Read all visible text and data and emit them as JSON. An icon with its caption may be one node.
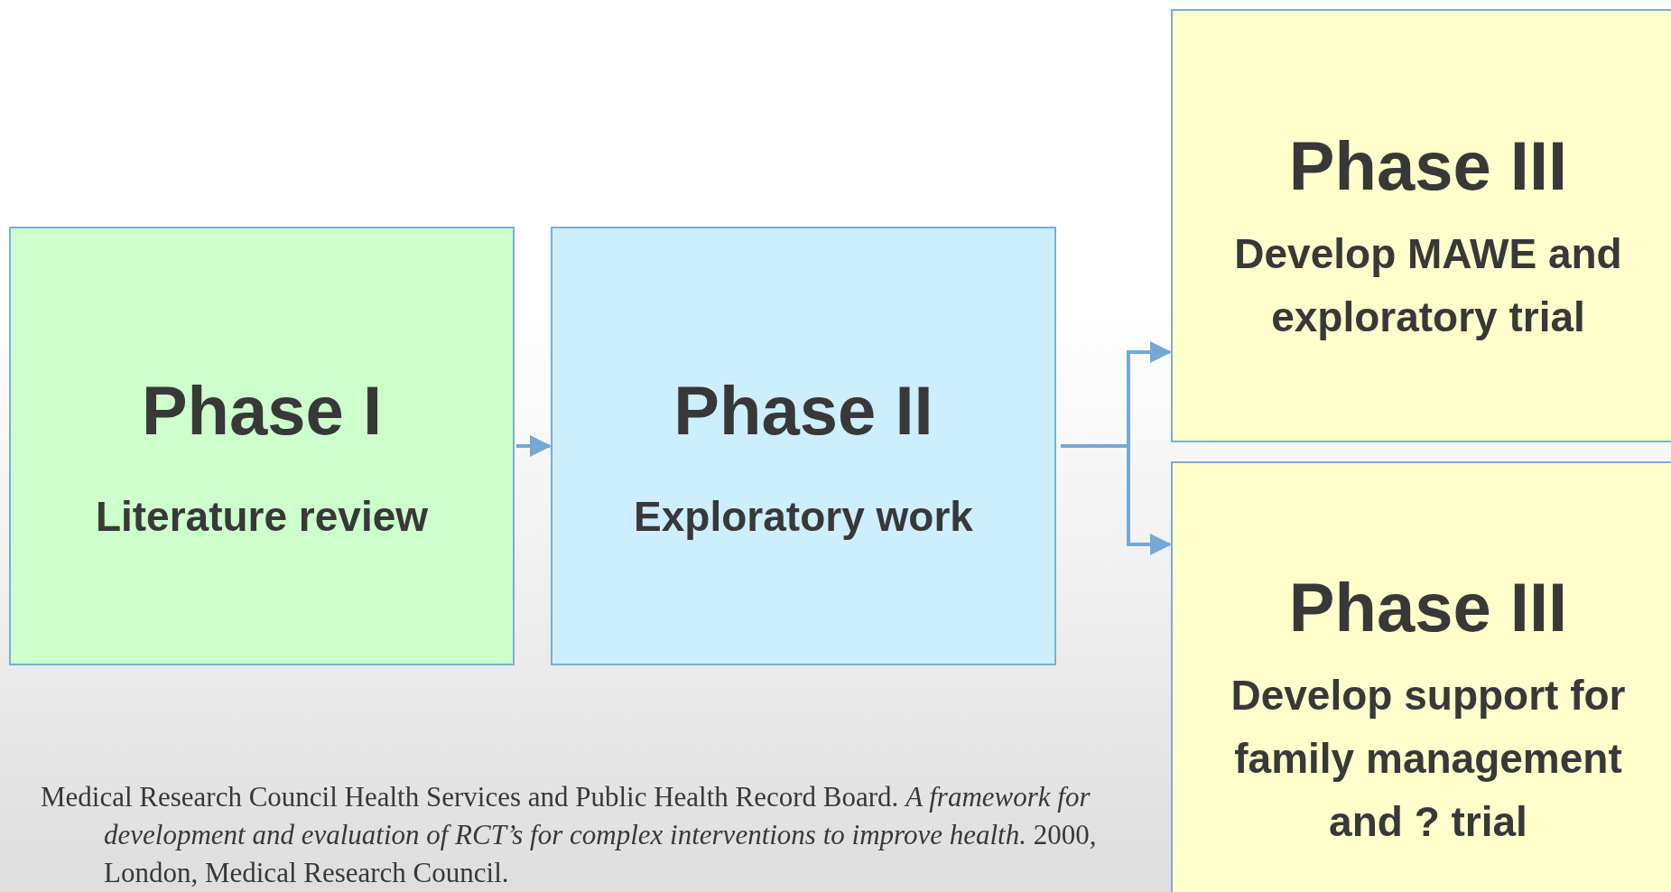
{
  "diagram": {
    "nodes": [
      {
        "text": [
          "Phase I",
          "Literature review"
        ]
      },
      {
        "text": [
          "Phase II",
          "Exploratory work"
        ]
      },
      {
        "text": [
          "Phase III",
          "Develop MAWE and exploratory trial"
        ]
      },
      {
        "text": [
          "Phase III",
          "Develop support for family management and ? trial"
        ]
      }
    ],
    "edges": [
      {
        "from": 0,
        "to": 1,
        "arrow": "to"
      },
      {
        "from": 1,
        "to": 2,
        "arrow": "to"
      },
      {
        "from": 1,
        "to": 3,
        "arrow": "to"
      }
    ],
    "labels": [
      "Medical Research Council Health Services and Public Health Record Board. *A framework for development and evaluation of RCT’s for complex interventions to improve health.* 2000, London, Medical Research Council."
    ]
  }
}
